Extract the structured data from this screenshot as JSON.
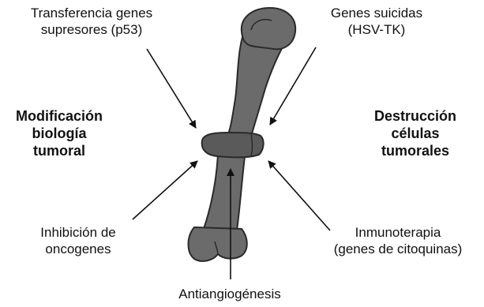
{
  "labels": {
    "top_left": [
      "Transferencia genes",
      "supresores (p53)"
    ],
    "top_right": [
      "Genes suicidas",
      "(HSV-TK)"
    ],
    "middle_left": [
      "Modificación",
      "biología",
      "tumoral"
    ],
    "middle_right": [
      "Destrucción",
      "células",
      "tumorales"
    ],
    "bottom_left": [
      "Inhibición de",
      "oncogenes"
    ],
    "bottom_right": [
      "Inmunoterapia",
      "(genes de citoquinas)"
    ],
    "bottom_center": "Antiangiogénesis"
  },
  "colors": {
    "bone_fill": "#6b6b6b",
    "bone_outline": "#2a2a2a",
    "tumor_fill": "#5a5a5a",
    "arrow": "#111111",
    "text": "#111111"
  }
}
